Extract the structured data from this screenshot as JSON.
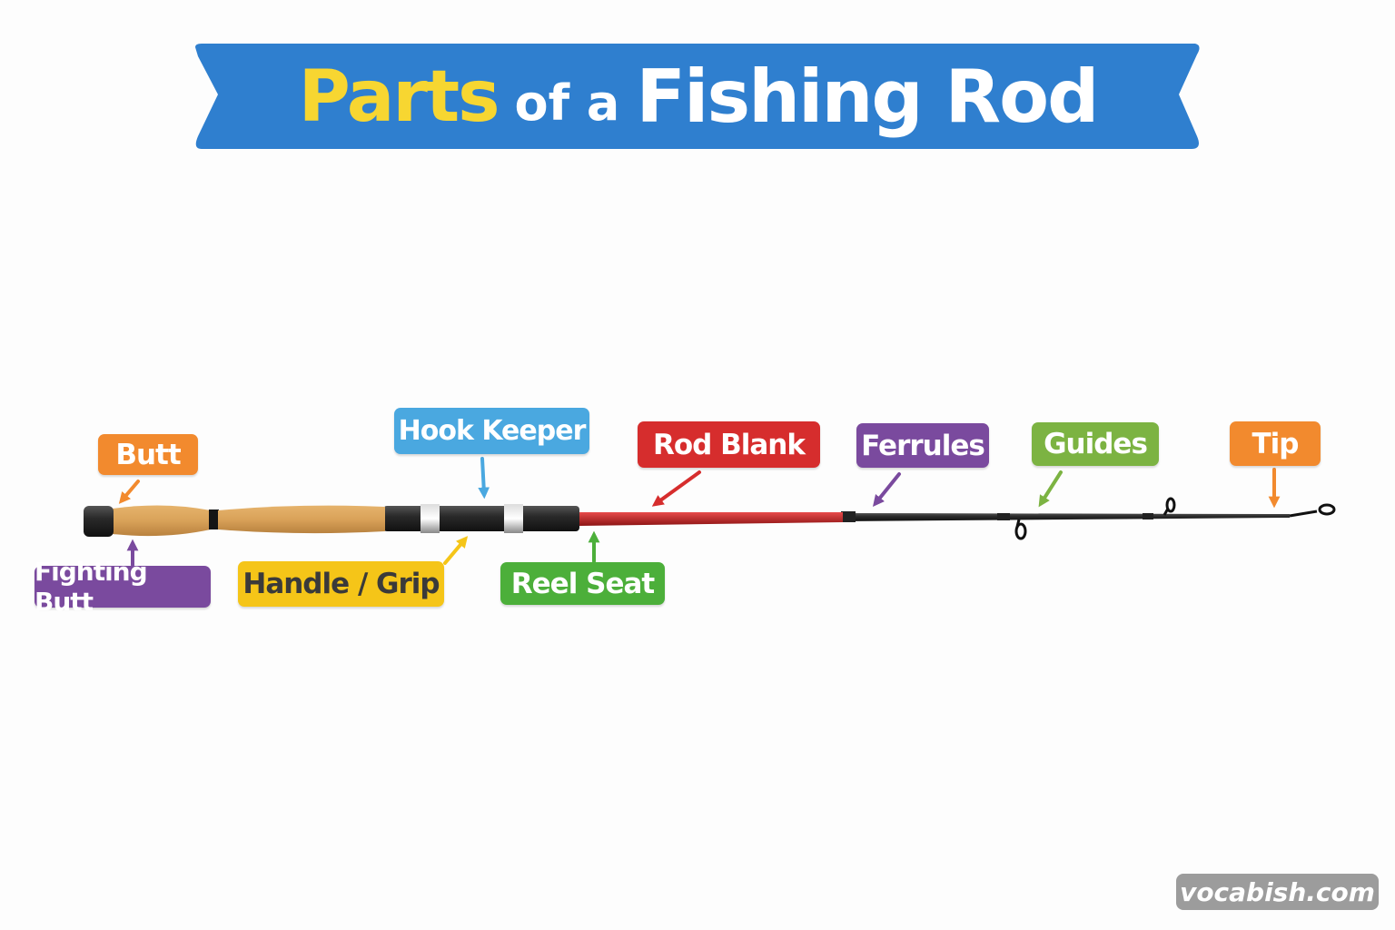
{
  "title": {
    "part1": "Parts",
    "part2": "of a",
    "part3": "Fishing Rod"
  },
  "labels": {
    "butt": "Butt",
    "fighting_butt": "Fighting Butt",
    "handle": "Handle / Grip",
    "hook_keeper": "Hook Keeper",
    "reel_seat": "Reel Seat",
    "rod_blank": "Rod Blank",
    "ferrules": "Ferrules",
    "guides": "Guides",
    "tip": "Tip"
  },
  "colors": {
    "banner": "#2f7fcf",
    "orange": "#f28a2e",
    "purple": "#7a4a9e",
    "yellow": "#f5c518",
    "blue": "#4aa8e0",
    "green": "#4caf3a",
    "lightgreen": "#7cb342",
    "red": "#d62d2d"
  },
  "watermark": "vocabish.com"
}
